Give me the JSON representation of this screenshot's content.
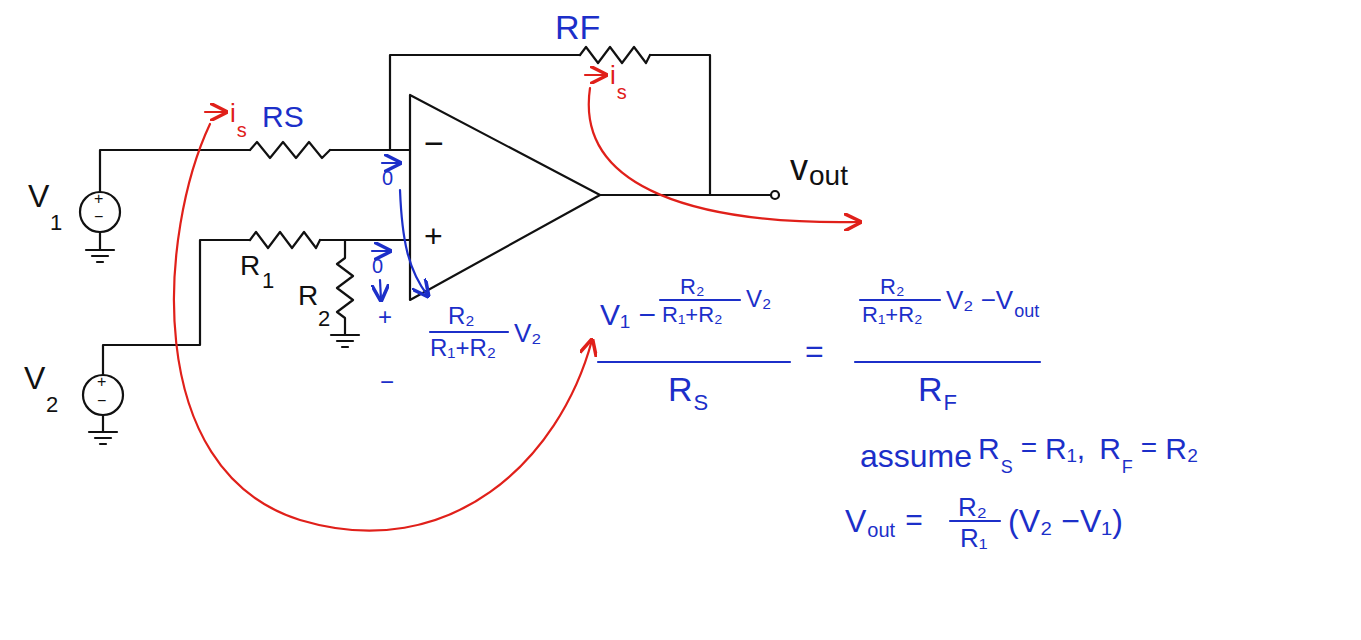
{
  "diagram": {
    "labels": [
      "RF",
      "i",
      "s",
      "RS",
      "i",
      "s",
      "−",
      "+",
      "0",
      "0",
      "v",
      "out",
      "V",
      "1",
      "+",
      "−",
      "V",
      "2",
      "+",
      "−",
      "R",
      "1",
      "R",
      "2",
      "+",
      "R₂",
      "R₁+R₂",
      "V₂",
      "−",
      "V₁ −",
      "R₂",
      "R₁+R₂",
      "V₂",
      "R",
      "S",
      "=",
      "R₂",
      "R₁+R₂",
      "V₂ −V",
      "out",
      "R",
      "F",
      "assume",
      "R",
      "S",
      "=",
      "R₁,",
      "R",
      "F",
      "=",
      "R₂",
      "V",
      "out",
      "=",
      "R₂",
      "R₁",
      "(V₂ −V₁)"
    ]
  }
}
